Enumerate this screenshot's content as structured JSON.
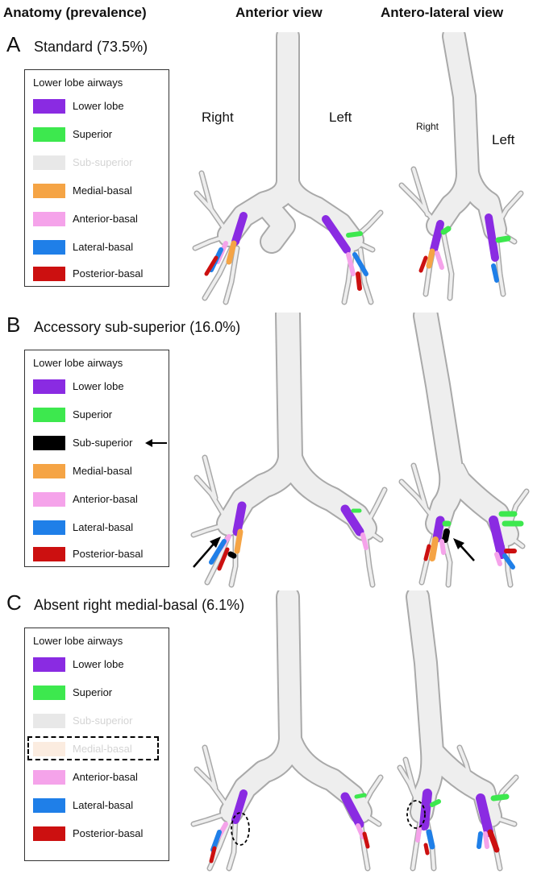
{
  "headers": {
    "anatomy": "Anatomy (prevalence)",
    "anterior": "Anterior view",
    "antero_lateral": "Antero-lateral view"
  },
  "side_labels": {
    "right": "Right",
    "left": "Left"
  },
  "colors": {
    "lower_lobe": "#8a2be2",
    "superior": "#3de84e",
    "sub_superior_faded": "#d6d6d6",
    "sub_superior_accessory": "#000000",
    "medial_basal": "#f5a445",
    "medial_basal_absent": "#fbece0",
    "anterior_basal": "#f5a3ea",
    "lateral_basal": "#1f7fe8",
    "posterior_basal": "#cc1010",
    "airway": "#eeeeee",
    "airway_outline": "#a9a9a9"
  },
  "panels": [
    {
      "letter": "A",
      "title": "Standard (73.5%)",
      "legend": {
        "title": "Lower lobe airways",
        "items": [
          {
            "label": "Lower lobe",
            "color": "#8a2be2",
            "faded": false
          },
          {
            "label": "Superior",
            "color": "#3de84e",
            "faded": false
          },
          {
            "label": "Sub-superior",
            "color": "#d6d6d6",
            "faded": true
          },
          {
            "label": "Medial-basal",
            "color": "#f5a445",
            "faded": false
          },
          {
            "label": "Anterior-basal",
            "color": "#f5a3ea",
            "faded": false
          },
          {
            "label": "Lateral-basal",
            "color": "#1f7fe8",
            "faded": false
          },
          {
            "label": "Posterior-basal",
            "color": "#cc1010",
            "faded": false
          }
        ]
      }
    },
    {
      "letter": "B",
      "title": "Accessory sub-superior (16.0%)",
      "legend": {
        "title": "Lower lobe airways",
        "items": [
          {
            "label": "Lower lobe",
            "color": "#8a2be2",
            "faded": false
          },
          {
            "label": "Superior",
            "color": "#3de84e",
            "faded": false
          },
          {
            "label": "Sub-superior",
            "color": "#000000",
            "faded": false,
            "arrow": true
          },
          {
            "label": "Medial-basal",
            "color": "#f5a445",
            "faded": false
          },
          {
            "label": "Anterior-basal",
            "color": "#f5a3ea",
            "faded": false
          },
          {
            "label": "Lateral-basal",
            "color": "#1f7fe8",
            "faded": false
          },
          {
            "label": "Posterior-basal",
            "color": "#cc1010",
            "faded": false
          }
        ]
      }
    },
    {
      "letter": "C",
      "title": "Absent right medial-basal (6.1%)",
      "legend": {
        "title": "Lower lobe airways",
        "items": [
          {
            "label": "Lower lobe",
            "color": "#8a2be2",
            "faded": false
          },
          {
            "label": "Superior",
            "color": "#3de84e",
            "faded": false
          },
          {
            "label": "Sub-superior",
            "color": "#d6d6d6",
            "faded": true
          },
          {
            "label": "Medial-basal",
            "color": "#fbece0",
            "faded": true,
            "boxed": true
          },
          {
            "label": "Anterior-basal",
            "color": "#f5a3ea",
            "faded": false
          },
          {
            "label": "Lateral-basal",
            "color": "#1f7fe8",
            "faded": false
          },
          {
            "label": "Posterior-basal",
            "color": "#cc1010",
            "faded": false
          }
        ]
      }
    }
  ]
}
